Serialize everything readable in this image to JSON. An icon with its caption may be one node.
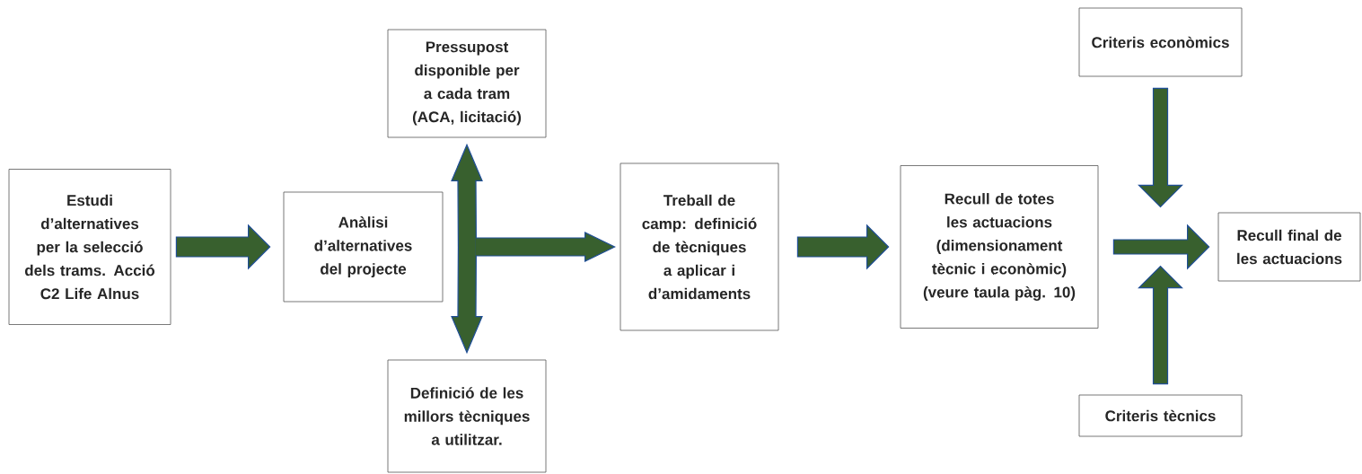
{
  "diagram": {
    "nodes": [
      {
        "text": [
          "Estudi d’alternatives per la selecció dels trams. Acció C2 Life Alnus"
        ]
      },
      {
        "text": [
          "Anàlisi d’alternatives del projecte"
        ]
      },
      {
        "text": [
          "Pressupost disponible per a cada tram (ACA, licitació)"
        ]
      },
      {
        "text": [
          "Treball de camp: definició de tècniques a aplicar  i d’amidaments"
        ]
      },
      {
        "text": [
          "Definició de les millors tècniques a utilitzar."
        ]
      },
      {
        "text": [
          "Recull de totes les actuacions (dimensionament tècnic i econòmic) (veure taula pàg. 10)"
        ]
      },
      {
        "text": [
          "Criteris econòmics"
        ]
      },
      {
        "text": [
          "Recull final de les actuacions"
        ]
      },
      {
        "text": [
          "Criteris tècnics"
        ]
      }
    ],
    "edges": [
      {
        "from": 0,
        "to": 1,
        "arrow": "to"
      },
      {
        "from": 1,
        "to": 2,
        "arrow": "to"
      },
      {
        "from": 1,
        "to": 4,
        "arrow": "to"
      },
      {
        "from": 1,
        "to": 3,
        "arrow": "to"
      },
      {
        "from": 3,
        "to": 5,
        "arrow": "to"
      },
      {
        "from": 5,
        "to": 7,
        "arrow": "to"
      },
      {
        "from": 6,
        "to": null,
        "arrow": "to"
      },
      {
        "from": 8,
        "to": null,
        "arrow": "to"
      }
    ]
  }
}
